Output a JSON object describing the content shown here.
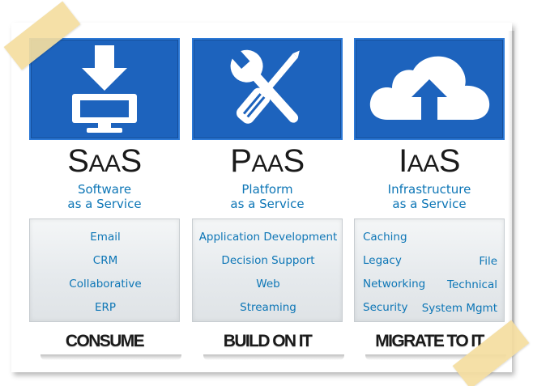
{
  "services": [
    {
      "icon": "download-monitor-icon",
      "title_lead": "S",
      "title_mid": "AA",
      "title_last": "S",
      "subtitle_line1": "Software",
      "subtitle_line2": "as a Service",
      "items": [
        "Email",
        "CRM",
        "Collaborative",
        "ERP"
      ],
      "action": "CONSUME"
    },
    {
      "icon": "wrench-screwdriver-icon",
      "title_lead": "P",
      "title_mid": "AA",
      "title_last": "S",
      "subtitle_line1": "Platform",
      "subtitle_line2": "as a Service",
      "items": [
        "Application Development",
        "Decision Support",
        "Web",
        "Streaming"
      ],
      "action": "BUILD ON IT"
    },
    {
      "icon": "cloud-upload-icon",
      "title_lead": "I",
      "title_mid": "AA",
      "title_last": "S",
      "subtitle_line1": "Infrastructure",
      "subtitle_line2": "as a Service",
      "items_left": [
        "Caching",
        "Legacy",
        "Networking",
        "Security"
      ],
      "items_right": [
        "File",
        "Technical",
        "System Mgmt"
      ],
      "action": "MIGRATE TO IT"
    }
  ],
  "colors": {
    "tile_blue": "#1d63bd",
    "text_blue": "#0d76b6",
    "tape": "#f4dda0"
  }
}
